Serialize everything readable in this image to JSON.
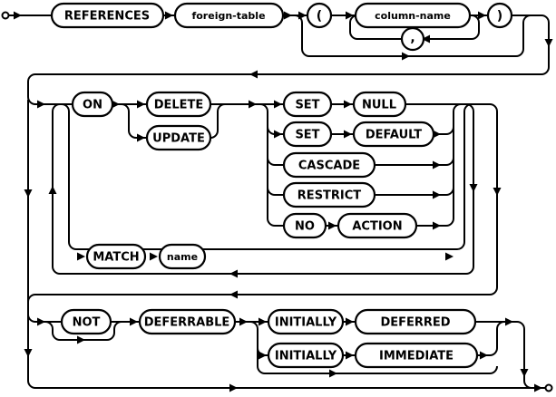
{
  "colors": {
    "line": "#000000",
    "pill_fill": "#ffffff",
    "text": "#000000",
    "background": "#ffffff"
  },
  "diagram": {
    "type": "railroad-syntax-diagram",
    "row1": {
      "references": "REFERENCES",
      "foreign_table": "foreign-table",
      "open_paren": "(",
      "column_name": "column-name",
      "comma": ",",
      "close_paren": ")"
    },
    "on_clause": {
      "on": "ON",
      "delete": "DELETE",
      "update": "UPDATE",
      "set_null": {
        "set": "SET",
        "null": "NULL"
      },
      "set_default": {
        "set": "SET",
        "default": "DEFAULT"
      },
      "cascade": "CASCADE",
      "restrict": "RESTRICT",
      "no_action": {
        "no": "NO",
        "action": "ACTION"
      }
    },
    "match_clause": {
      "match": "MATCH",
      "name": "name"
    },
    "defer_clause": {
      "not": "NOT",
      "deferrable": "DEFERRABLE",
      "row1": {
        "initially": "INITIALLY",
        "deferred": "DEFERRED"
      },
      "row2": {
        "initially": "INITIALLY",
        "immediate": "IMMEDIATE"
      }
    }
  }
}
